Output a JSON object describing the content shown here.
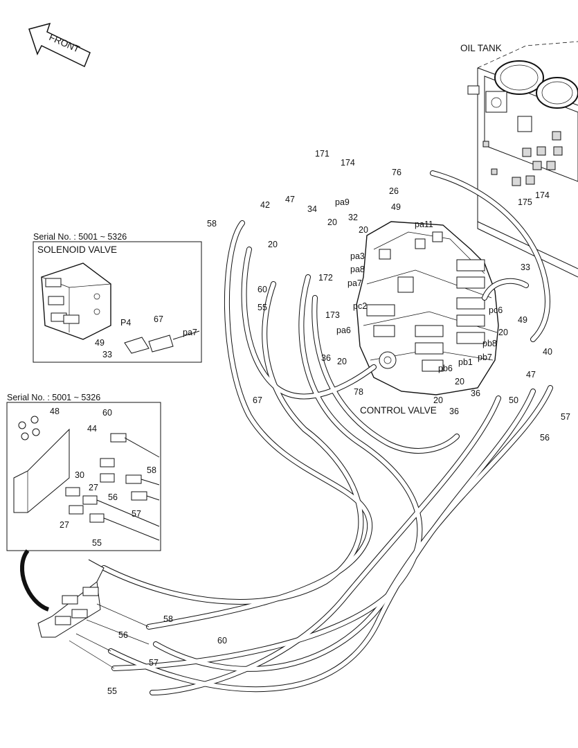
{
  "direction_arrow": {
    "label": "FRONT"
  },
  "titles": {
    "oil_tank": "OIL TANK",
    "control_valve": "CONTROL VALVE"
  },
  "inset_solenoid": {
    "serial": "Serial No. : 5001 ~ 5326",
    "title": "SOLENOID VALVE",
    "labels": [
      "P4",
      "67",
      "pa7",
      "49",
      "33"
    ]
  },
  "inset_bracket": {
    "serial": "Serial No. : 5001 ~ 5326",
    "labels": [
      "48",
      "60",
      "44",
      "58",
      "30",
      "27",
      "56",
      "57",
      "27",
      "55"
    ]
  },
  "callouts": [
    "171",
    "174",
    "pa9",
    "76",
    "26",
    "49",
    "pa11",
    "42",
    "47",
    "34",
    "20",
    "32",
    "20",
    "58",
    "20",
    "pa3",
    "pa8",
    "pa7",
    "172",
    "60",
    "55",
    "pc2",
    "173",
    "pa6",
    "36",
    "20",
    "33",
    "pc6",
    "49",
    "175",
    "174",
    "pb8",
    "20",
    "40",
    "pb7",
    "47",
    "pb1",
    "pb6",
    "20",
    "36",
    "50",
    "20",
    "36",
    "67",
    "78",
    "57",
    "56",
    "58",
    "60",
    "57",
    "56",
    "55"
  ]
}
